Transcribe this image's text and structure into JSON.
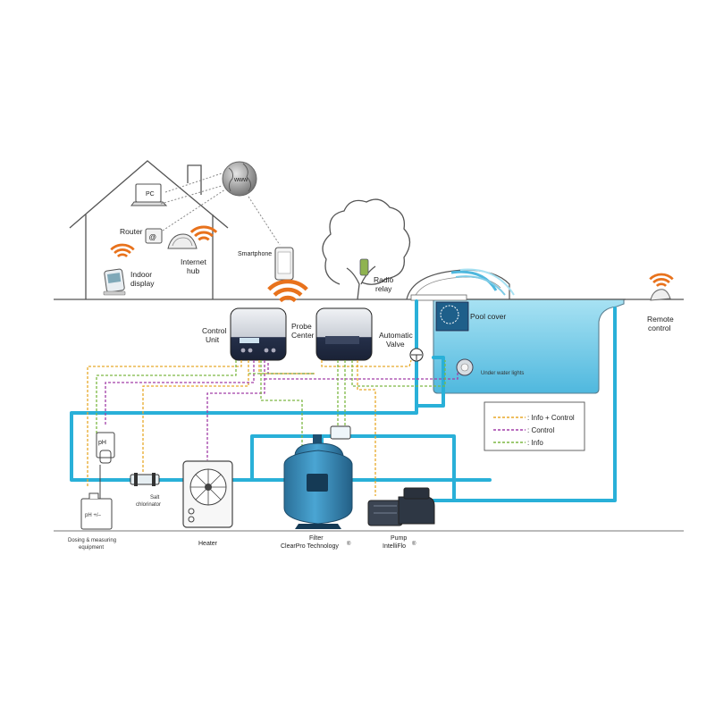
{
  "labels": {
    "pc": "PC",
    "router": "Router",
    "router_symbol": "@",
    "internet_hub_1": "Internet",
    "internet_hub_2": "hub",
    "indoor_display_1": "Indoor",
    "indoor_display_2": "display",
    "smartphone": "Smartphone",
    "www": "www",
    "radio_relay_1": "Radio",
    "radio_relay_2": "relay",
    "remote_control_1": "Remote",
    "remote_control_2": "control",
    "control_unit_1": "Control",
    "control_unit_2": "Unit",
    "probe_center_1": "Probe",
    "probe_center_2": "Center",
    "automatic_valve_1": "Automatic",
    "automatic_valve_2": "Valve",
    "pool_cover": "Pool cover",
    "under_water_lights": "Under water lights",
    "ph_meter": "pH",
    "ph_tank": "pH +/–",
    "dosing_1": "Dosing & measuring",
    "dosing_2": "equipment",
    "salt_chlorinator_1": "Salt",
    "salt_chlorinator_2": "chlorinator",
    "heater": "Heater",
    "filter_1": "Filter",
    "filter_2": "ClearPro Technology",
    "filter_mark": "®",
    "pump_1": "Pump",
    "pump_2": "IntelliFlo",
    "pump_mark": "®"
  },
  "legend": {
    "items": [
      {
        "label": ": Info + Control",
        "color": "#e8a92a"
      },
      {
        "label": ": Control",
        "color": "#a23ea8"
      },
      {
        "label": ": Info",
        "color": "#7db843"
      }
    ]
  },
  "colors": {
    "pipe": "#29b0d8",
    "water_top": "#a8e2f3",
    "water_bottom": "#4fb8de",
    "outline": "#555555",
    "signal": "#e8721c",
    "info_control": "#e8a92a",
    "control": "#a23ea8",
    "info": "#7db843",
    "tank": "#3a88b4",
    "device_dark": "#2a3344"
  },
  "icons": [
    "wifi-signal-icon",
    "globe-icon",
    "tree-icon",
    "valve-icon",
    "light-icon",
    "fan-icon"
  ]
}
